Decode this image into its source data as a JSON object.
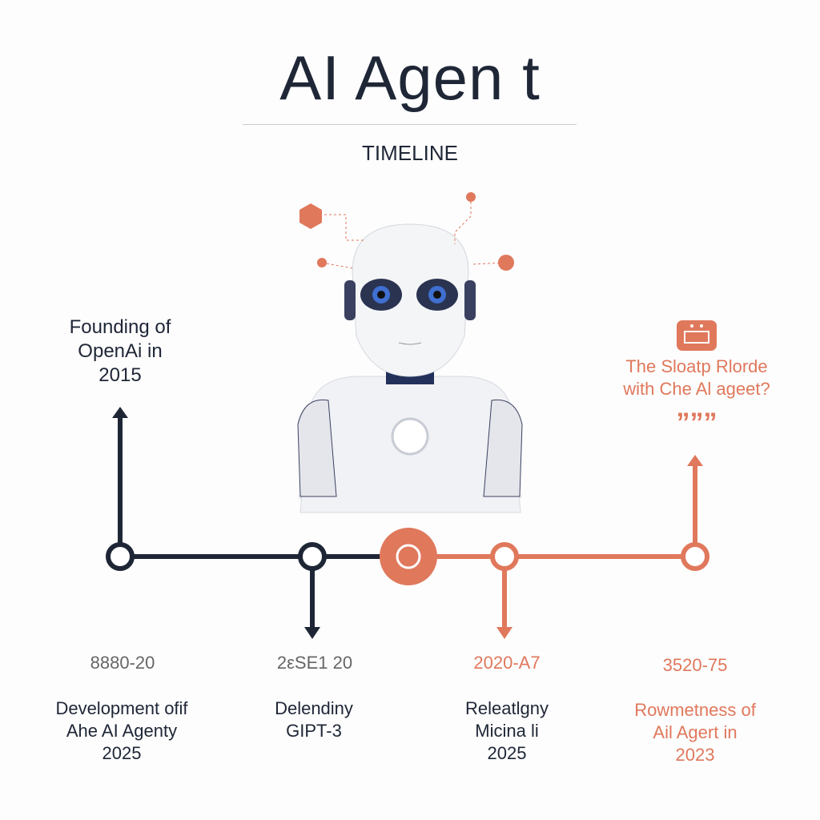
{
  "title": "AI Agen t",
  "subtitle": "TIMELINE",
  "top_left": {
    "lines": [
      "Founding of",
      "OpenAi in",
      "2015"
    ]
  },
  "top_right": {
    "lines": [
      "The Sloatp Rlorde",
      "with Che Al ageet?"
    ],
    "quote": "”””",
    "icon": "robot-box-icon"
  },
  "milestones": [
    {
      "date": "8880-20",
      "lines": [
        "Development ofif",
        "Ahe AI Agenty",
        "2025"
      ]
    },
    {
      "date": "2εSE1 20",
      "lines": [
        "Delendiny",
        "GIPT-3"
      ]
    },
    {
      "date": "2020-A7",
      "lines": [
        "Releatlgny",
        "Micina li",
        "2025"
      ]
    },
    {
      "date": "3520-75",
      "lines": [
        "Rowmetness of",
        "Ail Agert in",
        "2023"
      ]
    }
  ],
  "colors": {
    "dark": "#1e2636",
    "accent": "#e0785c"
  }
}
